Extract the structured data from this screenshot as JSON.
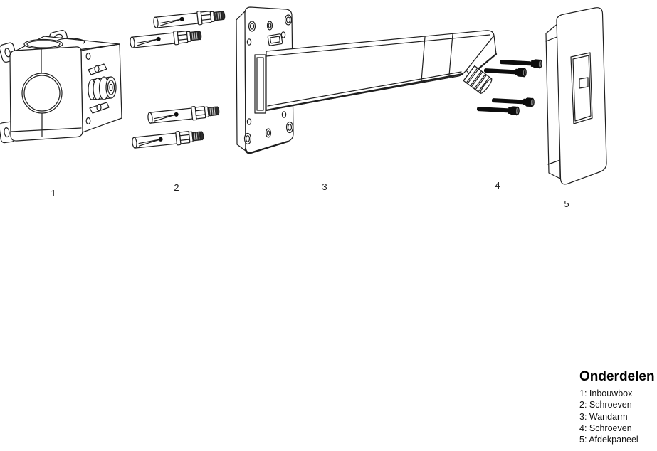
{
  "diagram": {
    "labels": [
      "1",
      "2",
      "3",
      "4",
      "5"
    ]
  },
  "legend": {
    "title": "Onderdelen",
    "items": [
      "1: Inbouwbox",
      "2: Schroeven",
      "3: Wandarm",
      "4: Schroeven",
      "5: Afdekpaneel"
    ]
  },
  "colors": {
    "line": "#1f1f1f",
    "background": "#ffffff",
    "screw_fill": "#0d0d0d"
  }
}
